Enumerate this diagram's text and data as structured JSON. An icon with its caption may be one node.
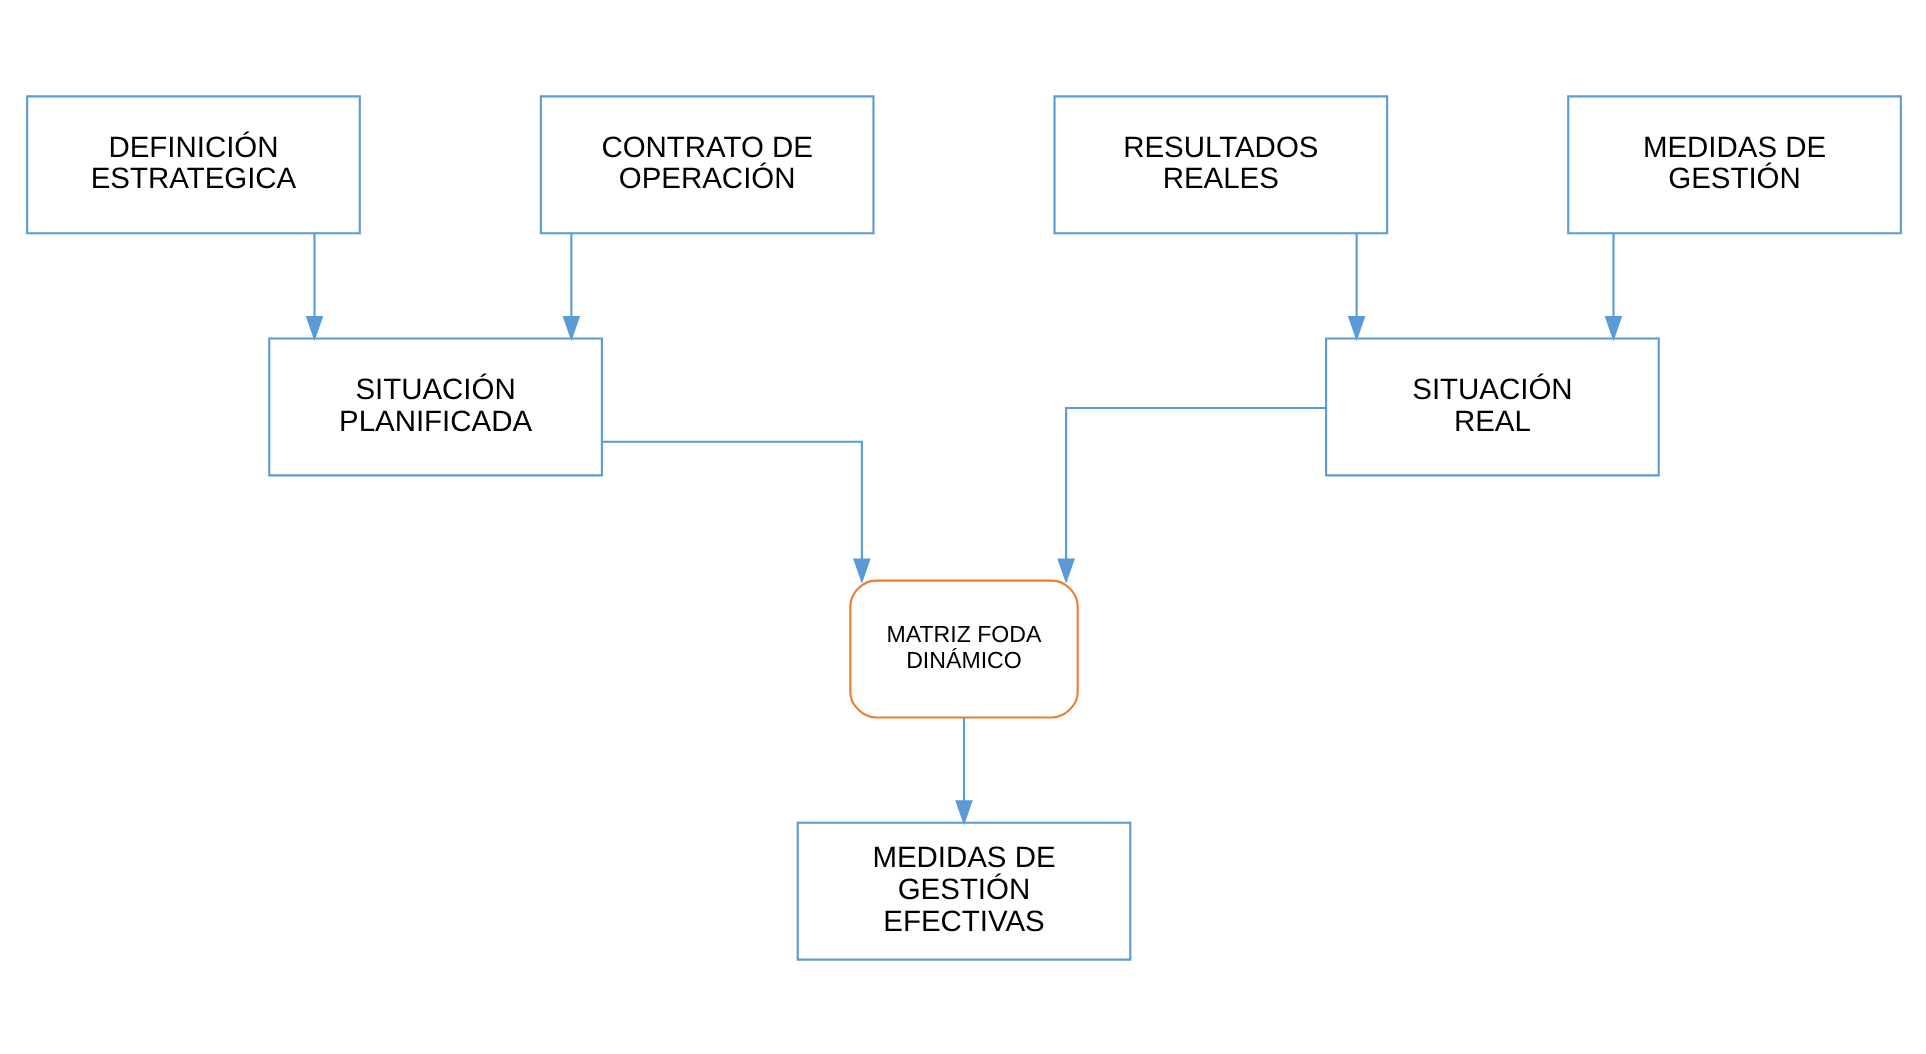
{
  "diagram": {
    "nodes": [
      {
        "text": [
          "DEFINICIÓN ESTRATEGICA"
        ]
      },
      {
        "text": [
          "CONTRATO DE OPERACIÓN"
        ]
      },
      {
        "text": [
          "RESULTADOS REALES"
        ]
      },
      {
        "text": [
          "MEDIDAS DE GESTIÓN"
        ]
      },
      {
        "text": [
          "SITUACIÓN PLANIFICADA"
        ]
      },
      {
        "text": [
          "SITUACIÓN REAL"
        ]
      },
      {
        "text": [
          "MATRIZ FODA DINÁMICO"
        ]
      },
      {
        "text": [
          "MEDIDAS DE GESTIÓN EFECTIVAS"
        ]
      }
    ],
    "edges": [
      {
        "from": 0,
        "to": 4,
        "arrow": "to"
      },
      {
        "from": 1,
        "to": 4,
        "arrow": "to"
      },
      {
        "from": 2,
        "to": 5,
        "arrow": "to"
      },
      {
        "from": 3,
        "to": 5,
        "arrow": "to"
      },
      {
        "from": 4,
        "to": 6,
        "arrow": "to"
      },
      {
        "from": 5,
        "to": 6,
        "arrow": "to"
      },
      {
        "from": 6,
        "to": 7,
        "arrow": "to"
      }
    ]
  }
}
